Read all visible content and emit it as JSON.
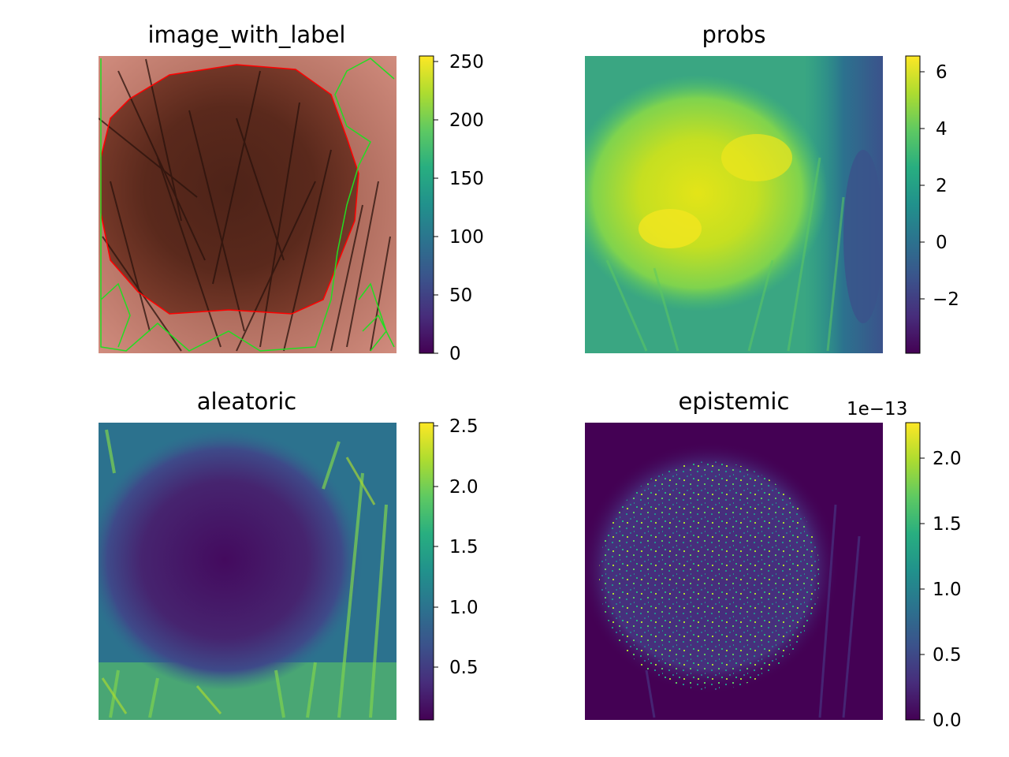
{
  "chart_data": [
    {
      "type": "heatmap",
      "title": "image_with_label",
      "colorbar": {
        "cmap": "viridis",
        "range": [
          0,
          255
        ],
        "ticks": [
          0,
          50,
          100,
          150,
          200,
          250
        ],
        "tick_labels": [
          "0",
          "50",
          "100",
          "150",
          "200",
          "250"
        ],
        "offset_text": ""
      },
      "image": "dermoscopy photo of a pigmented skin lesion with dark hairs; red contour marks the label boundary, green contour marks the predicted boundary",
      "overlays": [
        {
          "color": "#ff0000"
        },
        {
          "color": "#22dd22"
        }
      ]
    },
    {
      "type": "heatmap",
      "title": "probs",
      "colorbar": {
        "cmap": "viridis",
        "range": [
          -3.9,
          6.6
        ],
        "ticks": [
          -2,
          0,
          2,
          4,
          6
        ],
        "tick_labels": [
          "−2",
          "0",
          "2",
          "4",
          "6"
        ],
        "offset_text": ""
      },
      "image": "high values over the lesion region, low values on surrounding skin"
    },
    {
      "type": "heatmap",
      "title": "aleatoric",
      "colorbar": {
        "cmap": "viridis",
        "range": [
          0.03,
          2.52
        ],
        "ticks": [
          0.5,
          1.0,
          1.5,
          2.0,
          2.5
        ],
        "tick_labels": [
          "0.5",
          "1.0",
          "1.5",
          "2.0",
          "2.5"
        ],
        "offset_text": ""
      },
      "image": "low uncertainty inside the lesion, high along hair strands and borders"
    },
    {
      "type": "heatmap",
      "title": "epistemic",
      "colorbar": {
        "cmap": "viridis",
        "range": [
          0,
          2.27
        ],
        "ticks": [
          0.0,
          0.5,
          1.0,
          1.5,
          2.0
        ],
        "tick_labels": [
          "0.0",
          "0.5",
          "1.0",
          "1.5",
          "2.0"
        ],
        "offset_text": "1e−13"
      },
      "image": "sparse speckled noise concentrated over the lesion, near zero elsewhere"
    }
  ]
}
